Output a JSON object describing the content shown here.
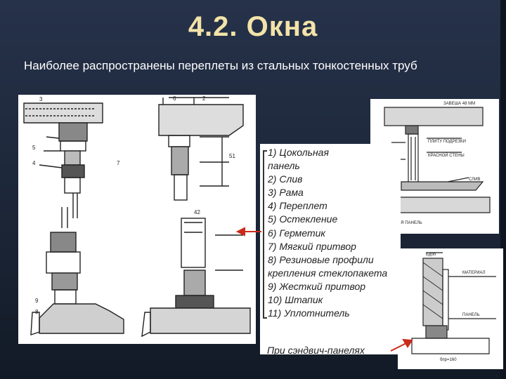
{
  "slide": {
    "title": "4.2. Окна",
    "subtitle": "Наиболее распространены переплеты из стальных тонкостенных труб"
  },
  "legend": {
    "items": [
      "1) Цокольная",
      "панель",
      "2) Слив",
      "3) Рама",
      "4) Переплет",
      "5) Остекление",
      "6) Герметик",
      "7) Мягкий притвор",
      "8) Резиновые профили",
      "крепления стеклопакета",
      "9) Жесткий притвор",
      "10) Штапик",
      "11) Уплотнитель"
    ],
    "sandwich_caption": "При сэндвич-панелях"
  },
  "colors": {
    "title": "#f3e3a8",
    "arrow": "#cc2a1a"
  }
}
